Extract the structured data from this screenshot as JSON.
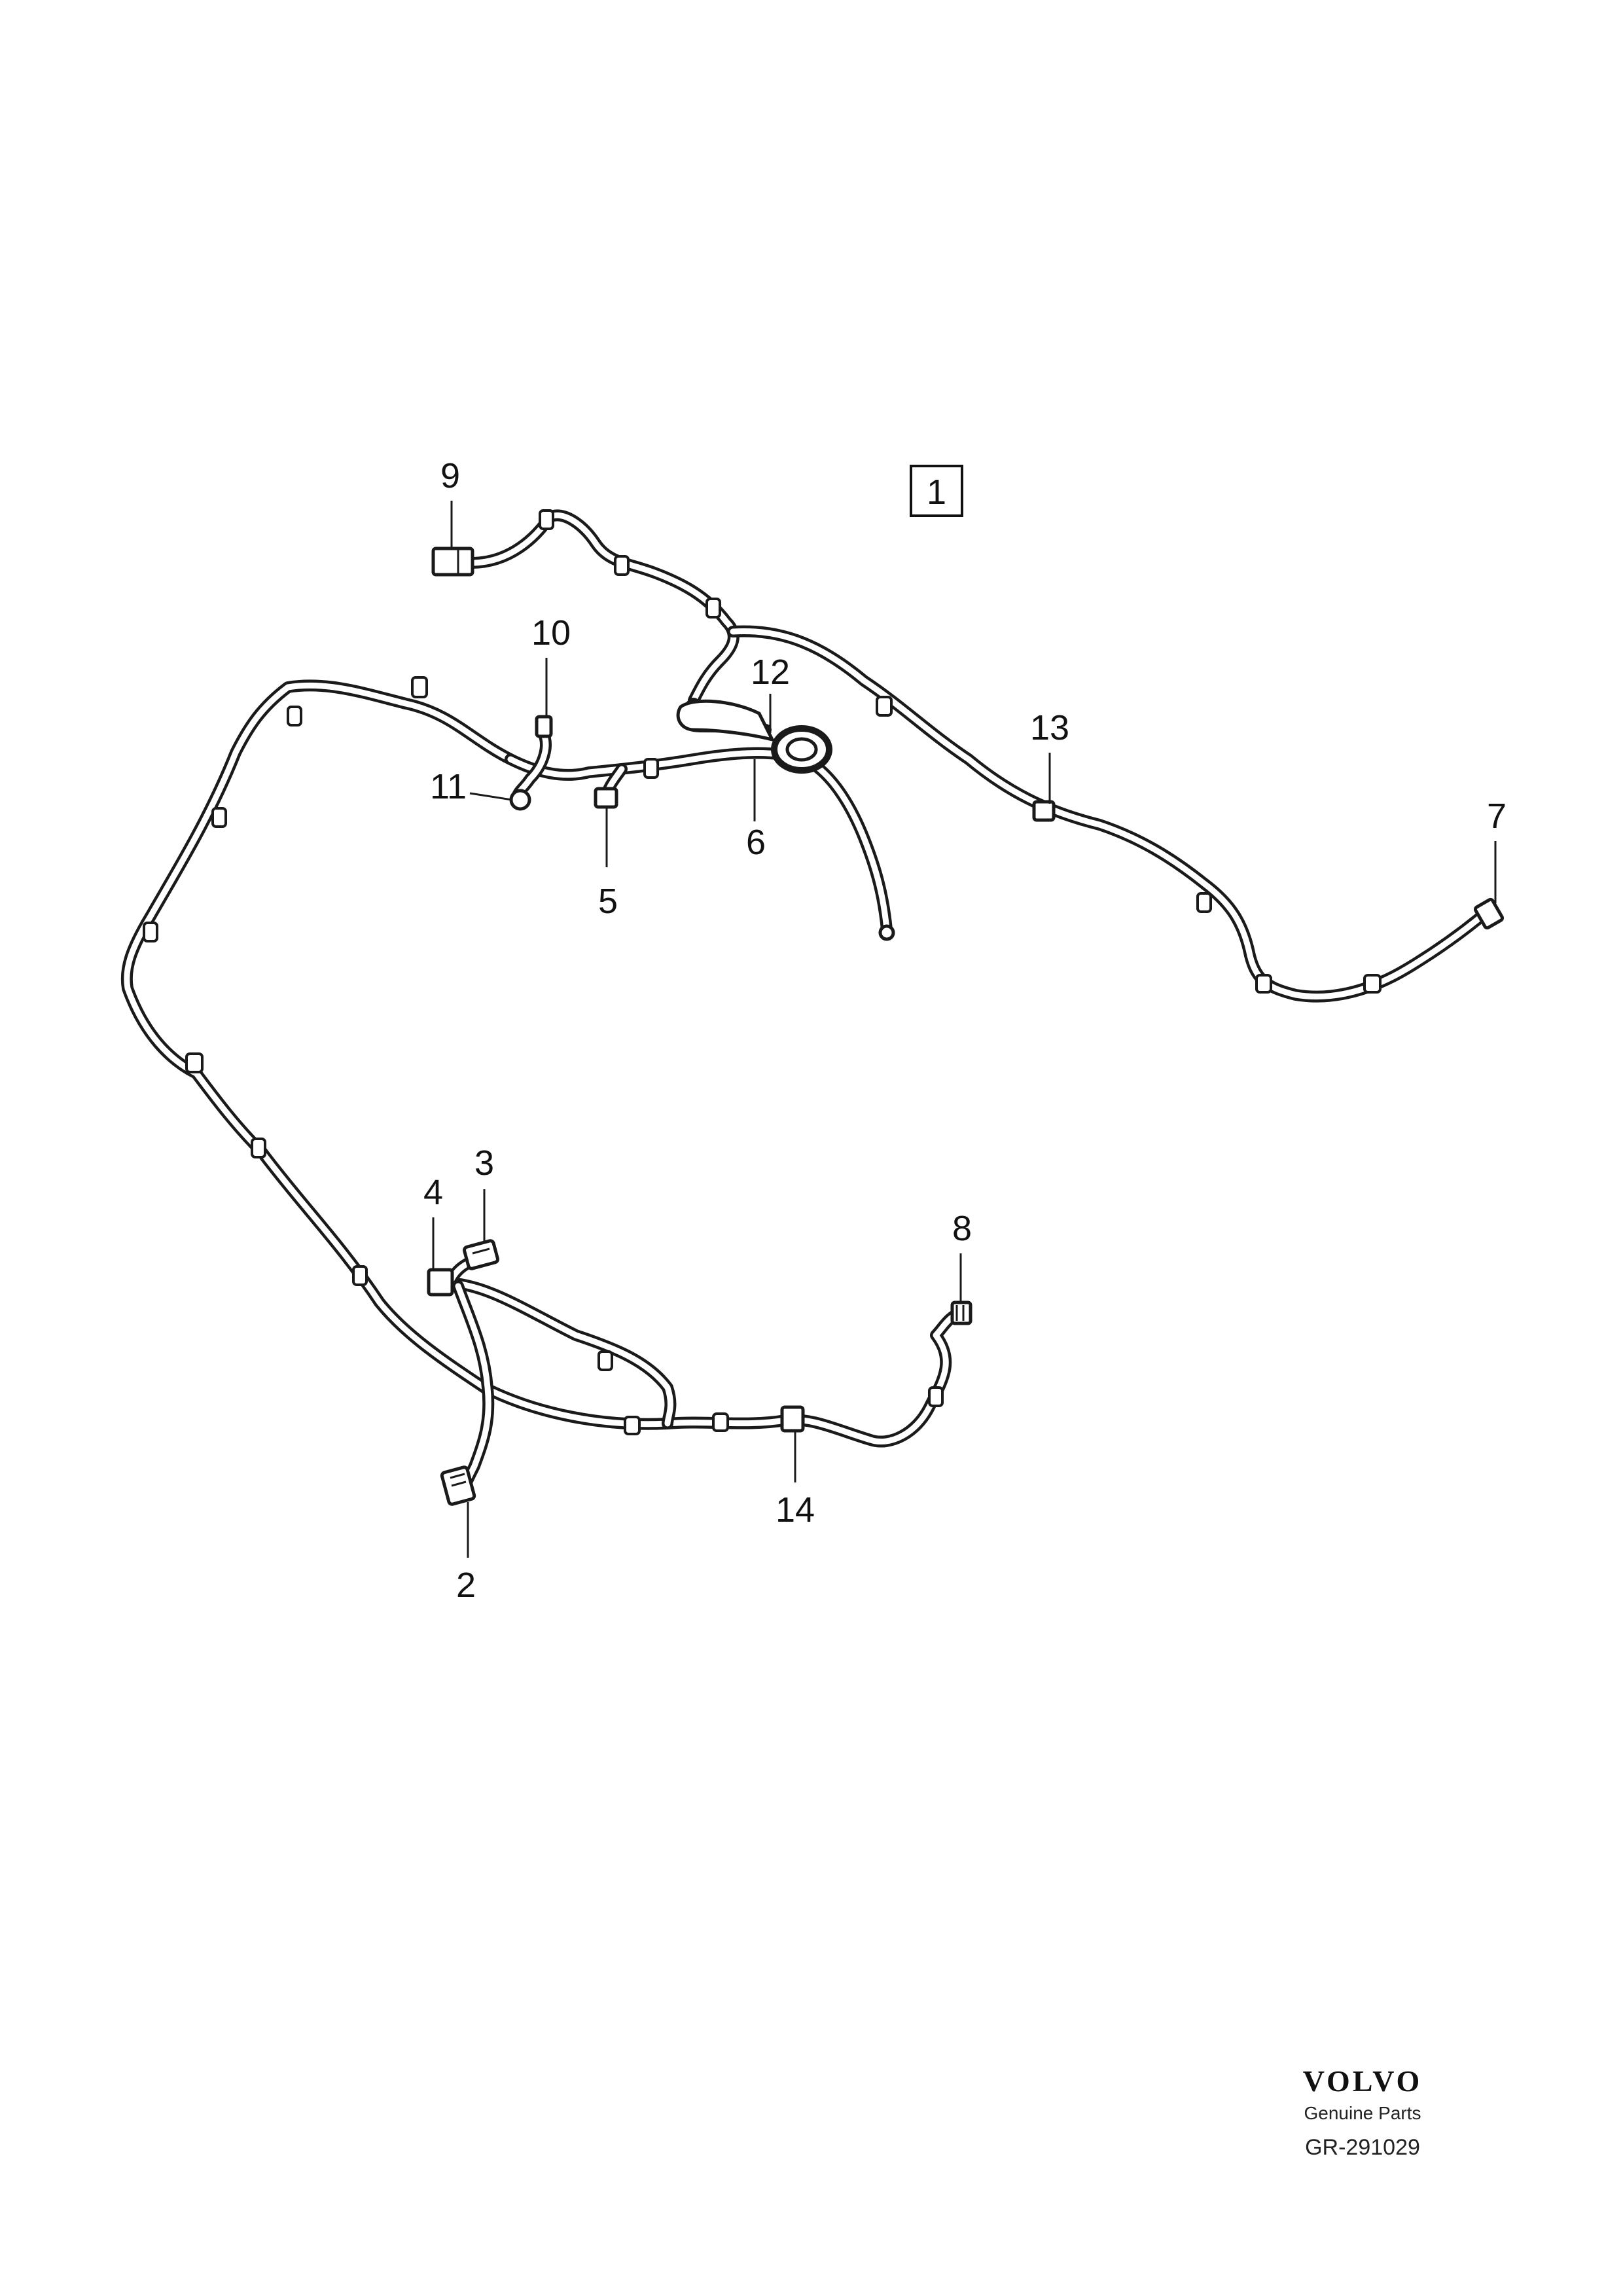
{
  "callouts": {
    "c1": "1",
    "c2": "2",
    "c3": "3",
    "c4": "4",
    "c5": "5",
    "c6": "6",
    "c7": "7",
    "c8": "8",
    "c9": "9",
    "c10": "10",
    "c11": "11",
    "c12": "12",
    "c13": "13",
    "c14": "14"
  },
  "brand": {
    "logo": "VOLVO",
    "tagline": "Genuine Parts",
    "code": "GR-291029"
  }
}
